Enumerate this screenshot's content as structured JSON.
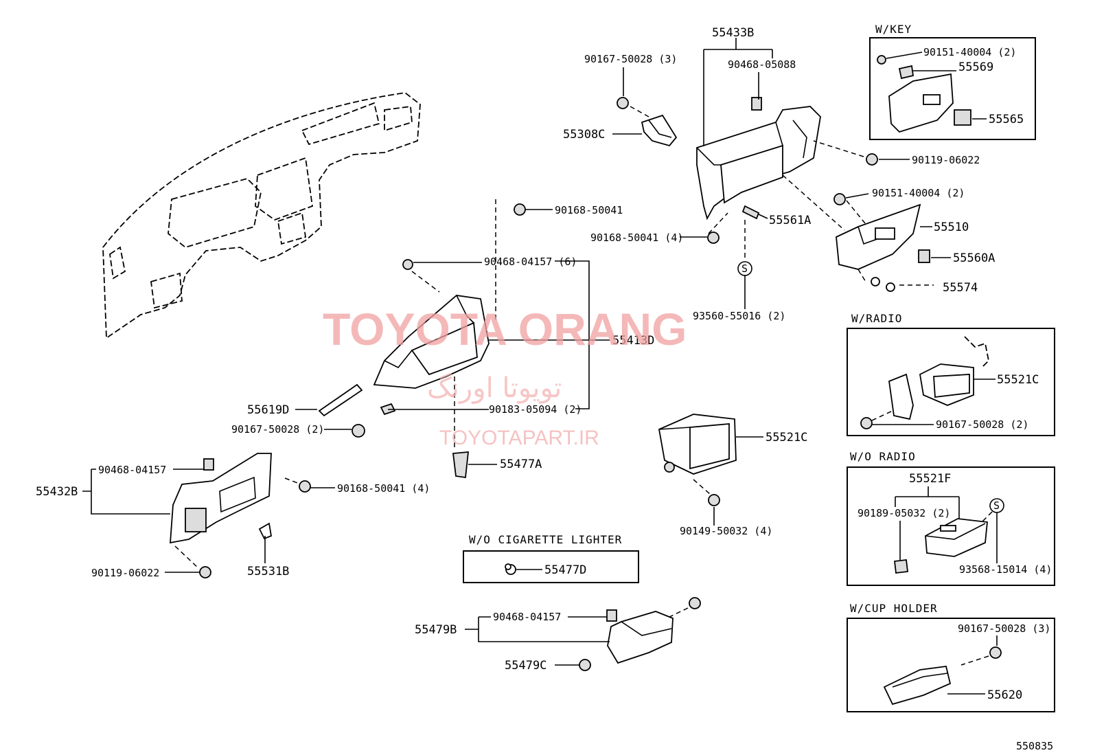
{
  "watermark": {
    "title": "TOYOTA ORANG",
    "persian": "تویوتا اورنگ",
    "site": "TOYOTAPART.IR"
  },
  "figure_code": "550835",
  "insets": {
    "w_key": {
      "title": "W/KEY",
      "labels": [
        "90151-40004 (2)",
        "55569",
        "55565"
      ]
    },
    "w_radio": {
      "title": "W/RADIO",
      "labels": [
        "55521C",
        "90167-50028 (2)"
      ]
    },
    "wo_radio": {
      "title": "W/O RADIO",
      "labels": [
        "55521F",
        "90189-05032 (2)",
        "93568-15014 (4)"
      ],
      "symbol": "S"
    },
    "w_cup_holder": {
      "title": "W/CUP HOLDER",
      "labels": [
        "90167-50028 (3)",
        "55620"
      ]
    },
    "wo_cigarette_lighter": {
      "title": "W/O CIGARETTE LIGHTER",
      "labels": [
        "55477D"
      ]
    }
  },
  "labels": {
    "p55433B": "55433B",
    "p90167_50028_3": "90167-50028 (3)",
    "p90468_05088": "90468-05088",
    "p55308C": "55308C",
    "p90119_06022_top": "90119-06022",
    "p90151_40004_2": "90151-40004 (2)",
    "p55561A": "55561A",
    "p90168_50041_4_top": "90168-50041 (4)",
    "p55510": "55510",
    "p55560A": "55560A",
    "p55574": "55574",
    "s_symbol": "S",
    "p93560_55016_2": "93560-55016 (2)",
    "p90168_50041": "90168-50041",
    "p90468_04157_6": "90468-04157 (6)",
    "p55413D": "55413D",
    "p55619D": "55619D",
    "p90183_05094_2": "90183-05094 (2)",
    "p90167_50028_2": "90167-50028 (2)",
    "p55477A": "55477A",
    "p55521C": "55521C",
    "p90149_50032_4": "90149-50032 (4)",
    "p90468_04157_a": "90468-04157",
    "p55432B": "55432B",
    "p90168_50041_4": "90168-50041 (4)",
    "p90119_06022": "90119-06022",
    "p55531B": "55531B",
    "p90468_04157_b": "90468-04157",
    "p55479B": "55479B",
    "p55479C": "55479C"
  }
}
